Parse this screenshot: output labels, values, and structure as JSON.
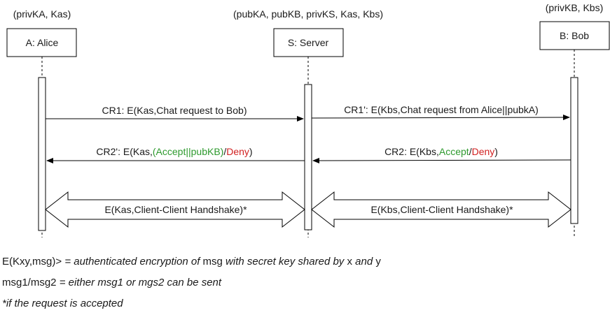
{
  "participants": {
    "alice": {
      "state": "(privKA, Kas)",
      "label": "A: Alice"
    },
    "server": {
      "state": "(pubKA, pubKB, privKS, Kas, Kbs)",
      "label": "S: Server"
    },
    "bob": {
      "state": "(privKB, Kbs)",
      "label": "B: Bob"
    }
  },
  "messages": {
    "cr1": "CR1: E(Kas,Chat request to Bob)",
    "cr1_prime": "CR1': E(Kbs,Chat request from Alice||pubkA)",
    "cr2_prime": {
      "prefix": "CR2': E(Kas,",
      "accept": "(Accept||pubKB)",
      "sep": "/",
      "deny": "Deny",
      "suffix": ")"
    },
    "cr2": {
      "prefix": "CR2: E(Kbs,",
      "accept": "Accept",
      "sep": "/",
      "deny": "Deny",
      "suffix": ")"
    },
    "handshake_as": "E(Kas,Client-Client Handshake)*",
    "handshake_sb": "E(Kbs,Client-Client Handshake)*"
  },
  "legend": {
    "line1": {
      "code1": "E(Kxy,msg)>",
      "text1": " = authenticated encryption of ",
      "code2": "msg",
      "text2": " with secret key shared by ",
      "code3": "x",
      "text3": " and ",
      "code4": "y"
    },
    "line2": {
      "code1": "msg1/msg2",
      "text1": " = either msg1 or mgs2 can be sent"
    },
    "line3": "*if the request is accepted"
  },
  "colors": {
    "accept": "#2e9a2e",
    "deny": "#d12020",
    "line": "#000000"
  }
}
